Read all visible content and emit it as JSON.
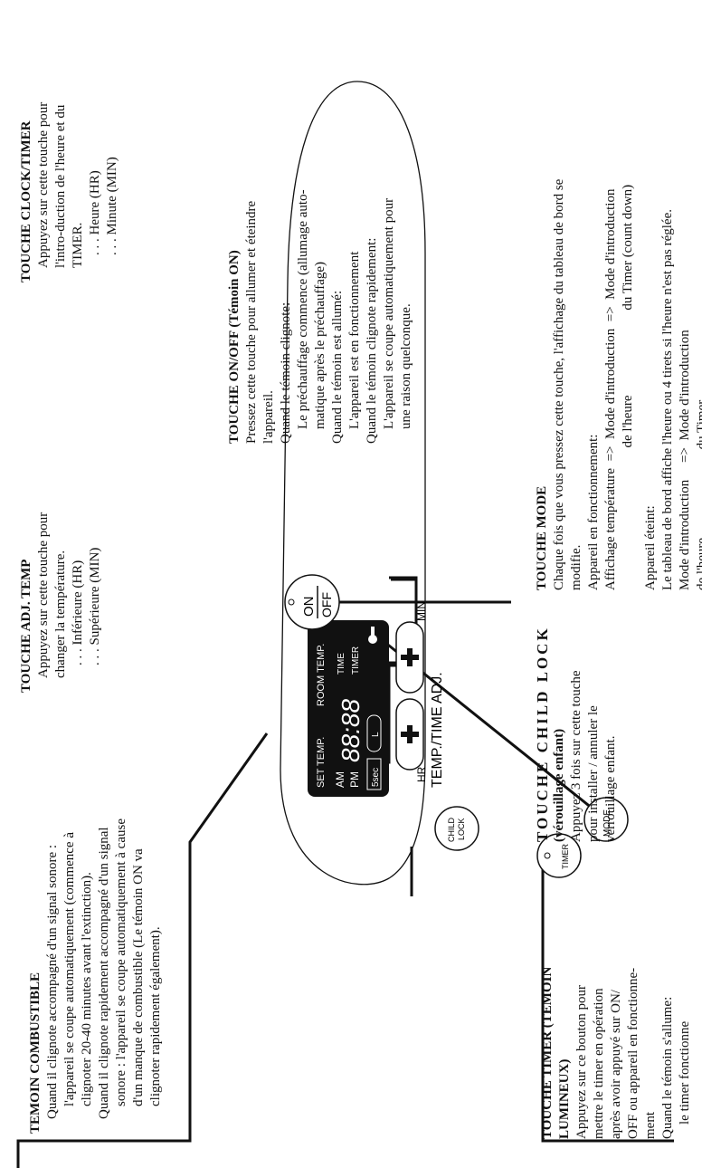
{
  "panel": {
    "labels": {
      "on": "ON",
      "off": "OFF",
      "mode": "MODE",
      "child_lock_1": "CHILD",
      "child_lock_2": "LOCK",
      "timer": "TIMER",
      "temp_time_adj": "TEMP./TIME ADJ.",
      "hr": "HR",
      "min": "MIN"
    },
    "display": {
      "set_temp": "SET TEMP.",
      "room_temp": "ROOM TEMP.",
      "am": "AM",
      "pm": "PM",
      "digits": "88:88",
      "time": "TIME",
      "timer": "TIMER",
      "sec": "5sec",
      "fuel": "L"
    }
  },
  "sections": {
    "combustible": {
      "title": "TEMOIN COMBUSTIBLE",
      "lines": [
        "Quand il clignote accompagné d'un signal sonore :",
        "l'appareil se coupe automatiquement (commence à",
        "clignoter 20-40 minutes avant l'extinction).",
        "Quand il clignote rapidement accompagné d'un signal",
        "sonore : l'appareil se coupe automatiquement à cause",
        "d'un manque de combustible (Le témoin ON va",
        "clignoter rapidement également)."
      ]
    },
    "adj_temp": {
      "title": "TOUCHE ADJ. TEMP",
      "lines": [
        "Appuyez sur cette touche pour",
        "changer la température.",
        ". . . Inférieure (HR)",
        ". . . Supérieure (MIN)"
      ]
    },
    "clock_timer": {
      "title": "TOUCHE CLOCK/TIMER",
      "lines": [
        "Appuyez sur cette touche pour",
        "l'intro-duction de l'heure et du",
        "TIMER.",
        ". . . Heure (HR)",
        ". . . Minute (MIN)"
      ]
    },
    "on_off": {
      "title": "TOUCHE ON/OFF (Témoin ON)",
      "lines": [
        "Pressez cette touche pour allumer et éteindre",
        "l'appareil.",
        "Quand le témoin clignote:",
        "Le préchauffage commence (allumage auto-",
        "matique après le préchauffage)",
        "Quand le témoin est allumé:",
        "L'appareil est en fonctionnement",
        "Quand le témoin clignote rapidement:",
        "L'appareil se coupe automatiquement pour",
        "une raison quelconque."
      ]
    },
    "timer": {
      "title1": "TOUCHE TIMER (TEMOIN",
      "title2": "LUMINEUX)",
      "lines": [
        "Appuyez sur ce bouton pour",
        "mettre le timer en opération",
        "après avoir appuyé sur ON/",
        "OFF ou appareil en fonctionne-",
        "ment",
        "Quand le témoin s'allume:",
        "le timer fonctionne"
      ]
    },
    "child_lock": {
      "title1": "TOUCHE CHILD LOCK",
      "title2": "(vérouillage enfant)",
      "lines": [
        "Appuyez 3 fois sur cette touche",
        "pour installer / annuler le",
        "verrouillage enfant."
      ]
    },
    "mode": {
      "title": "TOUCHE MODE",
      "lines": [
        "Chaque fois que vous pressez cette touche, l'affichage du tableau de bord se",
        "modifie.",
        "Appareil en fonctionnement:",
        "Affichage température  =>  Mode d'introduction  =>  Mode d'introduction",
        "                                          de l'heure                         du Timer (count down)",
        "Appareil éteint:",
        "Le tableau de bord affiche l'heure ou 4 tirets si l'heure n'est pas réglée.",
        "Mode d'introduction     =>  Mode d'introduction",
        "de l'heure                          du Timer"
      ]
    }
  }
}
